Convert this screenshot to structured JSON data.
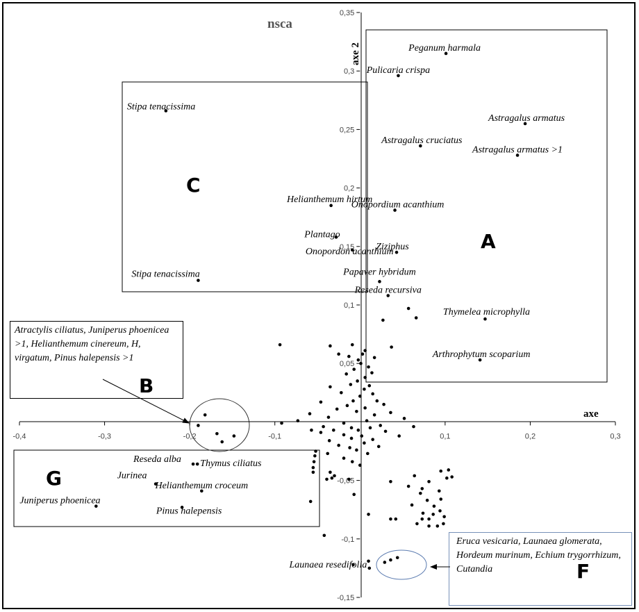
{
  "chart_data": {
    "type": "scatter",
    "title": "nsca",
    "xlabel": "axe",
    "ylabel": "axe 2",
    "xlim": [
      -0.4,
      0.3
    ],
    "ylim": [
      -0.15,
      0.35
    ],
    "x_ticks": [
      "-0,4",
      "-0,3",
      "-0,2",
      "-0,1",
      "0,1",
      "0,2",
      "0,3"
    ],
    "y_ticks": [
      "-0,15",
      "-0,1",
      "-0,05",
      "0,05",
      "0,1",
      "0,15",
      "0,2",
      "0,25",
      "0,3",
      "0,35"
    ],
    "labeled_points": [
      {
        "label": "Peganum harmala",
        "x": 0.101,
        "y": 0.315
      },
      {
        "label": "Pulicaria crispa",
        "x": 0.045,
        "y": 0.296
      },
      {
        "label": "Astragalus armatus",
        "x": 0.194,
        "y": 0.255
      },
      {
        "label": "Astragalus cruciatus",
        "x": 0.071,
        "y": 0.236
      },
      {
        "label": "Astragalus armatus >1",
        "x": 0.185,
        "y": 0.228
      },
      {
        "label": "Onopordium acanthium",
        "x": 0.041,
        "y": 0.181
      },
      {
        "label": "Ziziphus",
        "x": 0.043,
        "y": 0.145
      },
      {
        "label": "Papaver hybridum",
        "x": 0.023,
        "y": 0.12
      },
      {
        "label": "Reseda recursiva",
        "x": 0.033,
        "y": 0.108
      },
      {
        "label": "Thymelea microphylla",
        "x": 0.147,
        "y": 0.088
      },
      {
        "label": "Arthrophytum scoparium",
        "x": 0.141,
        "y": 0.053
      },
      {
        "label": "Stipa tenacissima",
        "x": -0.228,
        "y": 0.266
      },
      {
        "label": "Helianthemum hirtum",
        "x": -0.034,
        "y": 0.185
      },
      {
        "label": "Plantago",
        "x": -0.028,
        "y": 0.158
      },
      {
        "label": "Onopordon acanthium",
        "x": -0.009,
        "y": 0.147
      },
      {
        "label": "Stipa tenacissima",
        "x": -0.19,
        "y": 0.121
      },
      {
        "label": "Reseda alba",
        "x": -0.196,
        "y": -0.036
      },
      {
        "label": "Thymus ciliatus",
        "x": -0.191,
        "y": -0.036
      },
      {
        "label": "Helianthemum croceum",
        "x": -0.186,
        "y": -0.059
      },
      {
        "label": "Jurinea",
        "x": -0.24,
        "y": -0.053
      },
      {
        "label": "Juniperus phoenicea",
        "x": -0.31,
        "y": -0.072
      },
      {
        "label": "Pinus halepensis",
        "x": -0.209,
        "y": -0.073
      },
      {
        "label": "Launaea resedifolia",
        "x": -0.008,
        "y": -0.122
      }
    ],
    "points": [
      [
        0.057,
        0.097
      ],
      [
        0.027,
        0.087
      ],
      [
        0.066,
        0.089
      ],
      [
        0.037,
        0.064
      ],
      [
        -0.094,
        0.066
      ],
      [
        -0.035,
        0.065
      ],
      [
        -0.009,
        0.066
      ],
      [
        0.006,
        0.061
      ],
      [
        -0.013,
        0.056
      ],
      [
        0.003,
        0.058
      ],
      [
        0.017,
        0.055
      ],
      [
        -0.002,
        0.053
      ],
      [
        -0.025,
        0.058
      ],
      [
        0.001,
        0.05
      ],
      [
        0.01,
        0.047
      ],
      [
        -0.007,
        0.045
      ],
      [
        0.014,
        0.042
      ],
      [
        -0.016,
        0.041
      ],
      [
        0.006,
        0.038
      ],
      [
        -0.003,
        0.035
      ],
      [
        -0.011,
        0.032
      ],
      [
        0.011,
        0.031
      ],
      [
        -0.035,
        0.03
      ],
      [
        0.005,
        0.028
      ],
      [
        -0.022,
        0.025
      ],
      [
        0.015,
        0.024
      ],
      [
        0.0,
        0.022
      ],
      [
        0.02,
        0.018
      ],
      [
        -0.008,
        0.018
      ],
      [
        0.028,
        0.015
      ],
      [
        -0.046,
        0.017
      ],
      [
        -0.015,
        0.014
      ],
      [
        0.006,
        0.012
      ],
      [
        -0.027,
        0.011
      ],
      [
        -0.004,
        0.009
      ],
      [
        0.036,
        0.008
      ],
      [
        -0.059,
        0.007
      ],
      [
        0.017,
        0.006
      ],
      [
        -0.037,
        0.004
      ],
      [
        0.052,
        0.003
      ],
      [
        -0.073,
        0.001
      ],
      [
        -0.092,
        -0.001
      ],
      [
        0.008,
        0.001
      ],
      [
        -0.019,
        -0.001
      ],
      [
        0.024,
        -0.003
      ],
      [
        -0.043,
        -0.004
      ],
      [
        0.063,
        -0.004
      ],
      [
        -0.01,
        -0.005
      ],
      [
        0.012,
        -0.005
      ],
      [
        -0.057,
        -0.007
      ],
      [
        -0.031,
        -0.007
      ],
      [
        -0.002,
        -0.007
      ],
      [
        0.03,
        -0.008
      ],
      [
        -0.046,
        -0.009
      ],
      [
        -0.019,
        -0.011
      ],
      [
        0.002,
        -0.012
      ],
      [
        0.046,
        -0.012
      ],
      [
        -0.01,
        -0.014
      ],
      [
        0.015,
        -0.015
      ],
      [
        -0.036,
        -0.016
      ],
      [
        0.005,
        -0.018
      ],
      [
        -0.025,
        -0.02
      ],
      [
        0.022,
        -0.021
      ],
      [
        -0.012,
        -0.022
      ],
      [
        -0.004,
        -0.024
      ],
      [
        -0.052,
        -0.025
      ],
      [
        -0.038,
        -0.027
      ],
      [
        0.009,
        -0.027
      ],
      [
        -0.019,
        -0.031
      ],
      [
        -0.009,
        -0.034
      ],
      [
        -0.053,
        -0.029
      ],
      [
        0.0,
        -0.037
      ],
      [
        -0.054,
        -0.034
      ],
      [
        -0.055,
        -0.039
      ],
      [
        -0.055,
        -0.043
      ],
      [
        -0.035,
        -0.043
      ],
      [
        -0.03,
        -0.046
      ],
      [
        -0.013,
        -0.049
      ],
      [
        -0.039,
        -0.049
      ],
      [
        -0.033,
        -0.048
      ],
      [
        0.036,
        -0.051
      ],
      [
        0.064,
        -0.046
      ],
      [
        0.081,
        -0.051
      ],
      [
        0.095,
        -0.042
      ],
      [
        0.104,
        -0.041
      ],
      [
        0.108,
        -0.047
      ],
      [
        0.102,
        -0.048
      ],
      [
        0.057,
        -0.055
      ],
      [
        0.073,
        -0.057
      ],
      [
        0.093,
        -0.059
      ],
      [
        0.071,
        -0.061
      ],
      [
        -0.007,
        -0.062
      ],
      [
        0.079,
        -0.067
      ],
      [
        0.061,
        -0.071
      ],
      [
        0.095,
        -0.066
      ],
      [
        -0.058,
        -0.068
      ],
      [
        0.087,
        -0.072
      ],
      [
        0.074,
        -0.078
      ],
      [
        0.094,
        -0.076
      ],
      [
        0.086,
        -0.079
      ],
      [
        0.081,
        -0.083
      ],
      [
        0.099,
        -0.081
      ],
      [
        0.067,
        -0.087
      ],
      [
        0.01,
        -0.079
      ],
      [
        0.036,
        -0.083
      ],
      [
        0.073,
        -0.083
      ],
      [
        0.081,
        -0.089
      ],
      [
        -0.042,
        -0.097
      ],
      [
        0.091,
        -0.089
      ],
      [
        0.042,
        -0.083
      ],
      [
        0.098,
        -0.087
      ],
      [
        -0.182,
        0.006
      ],
      [
        -0.19,
        -0.003
      ],
      [
        -0.168,
        -0.01
      ],
      [
        -0.148,
        -0.012
      ],
      [
        -0.162,
        -0.017
      ],
      [
        0.01,
        -0.119
      ],
      [
        0.011,
        -0.125
      ],
      [
        0.029,
        -0.12
      ],
      [
        0.036,
        -0.118
      ],
      [
        0.044,
        -0.116
      ]
    ]
  },
  "groups": {
    "A": {
      "letter": "A"
    },
    "B": {
      "letter": "B",
      "text": "Atractylis ciliatus, Juniperus phoenicea >1, Helianthemum cinereum, H, virgatum, Pinus halepensis >1"
    },
    "C": {
      "letter": "C"
    },
    "F": {
      "letter": "F",
      "text": "Eruca vesicaria, Launaea glomerata, Hordeum murinum, Echium trygorrhizum, Cutandia"
    },
    "G": {
      "letter": "G"
    }
  },
  "colors": {
    "point": "#000000",
    "axis": "#000000",
    "title": "#555555"
  }
}
